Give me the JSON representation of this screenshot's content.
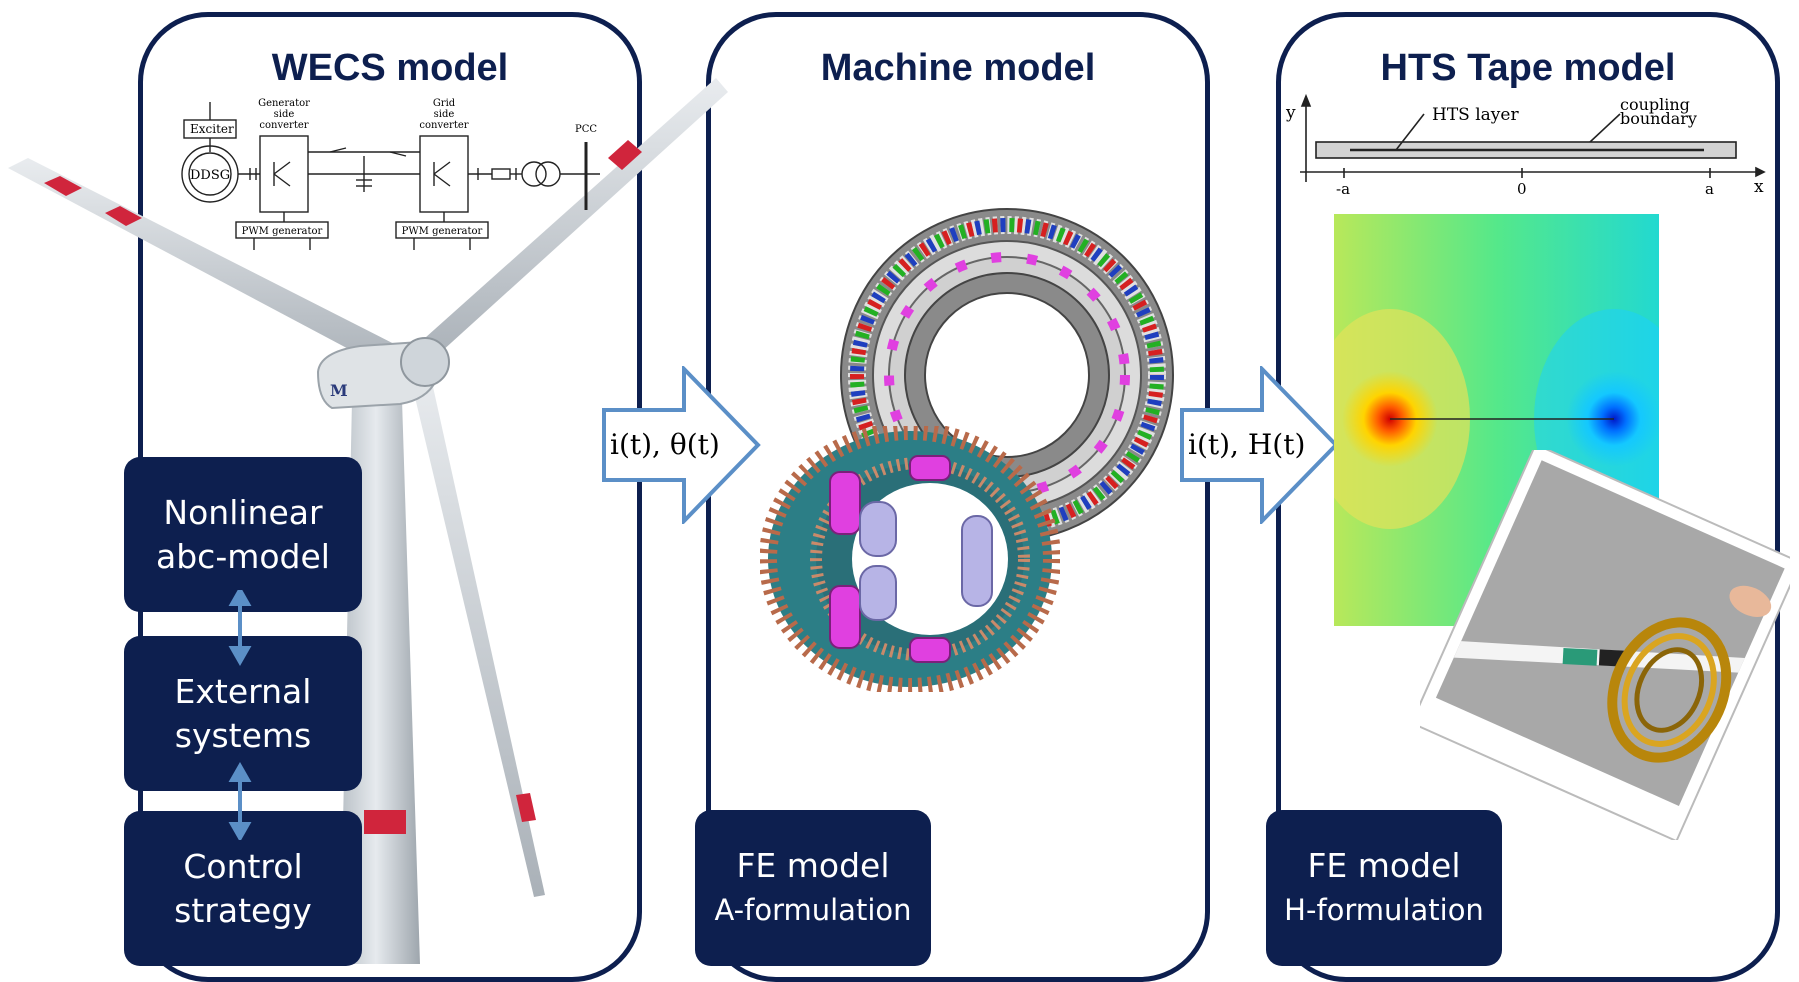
{
  "panels": [
    {
      "title": "WECS model"
    },
    {
      "title": "Machine model"
    },
    {
      "title": "HTS Tape model"
    }
  ],
  "wecs_boxes": [
    {
      "line1": "Nonlinear",
      "line2": "abc-model"
    },
    {
      "line1": "External",
      "line2": "systems"
    },
    {
      "line1": "Control",
      "line2": "strategy"
    }
  ],
  "circuit": {
    "exciter": "Exciter",
    "ddsg": "DDSG",
    "gen_conv": [
      "Generator",
      "side",
      "converter"
    ],
    "grid_conv": [
      "Grid",
      "side",
      "converter"
    ],
    "pwm1": "PWM generator",
    "pwm2": "PWM generator",
    "pcc": "PCC"
  },
  "arrows": [
    {
      "label": "i(t), θ(t)"
    },
    {
      "label": "i(t), H(t)"
    }
  ],
  "fe_boxes": [
    {
      "line1": "FE model",
      "line2": "A-formulation"
    },
    {
      "line1": "FE model",
      "line2": "H-formulation"
    }
  ],
  "tape_diagram": {
    "y_axis": "y",
    "x_axis": "x",
    "hts_layer": "HTS layer",
    "coupling": [
      "coupling",
      "boundary"
    ],
    "ticks": [
      "-a",
      "0",
      "a"
    ]
  },
  "colors": {
    "navy": "#0d1f4f",
    "arrow_stroke": "#5b8fc7"
  }
}
